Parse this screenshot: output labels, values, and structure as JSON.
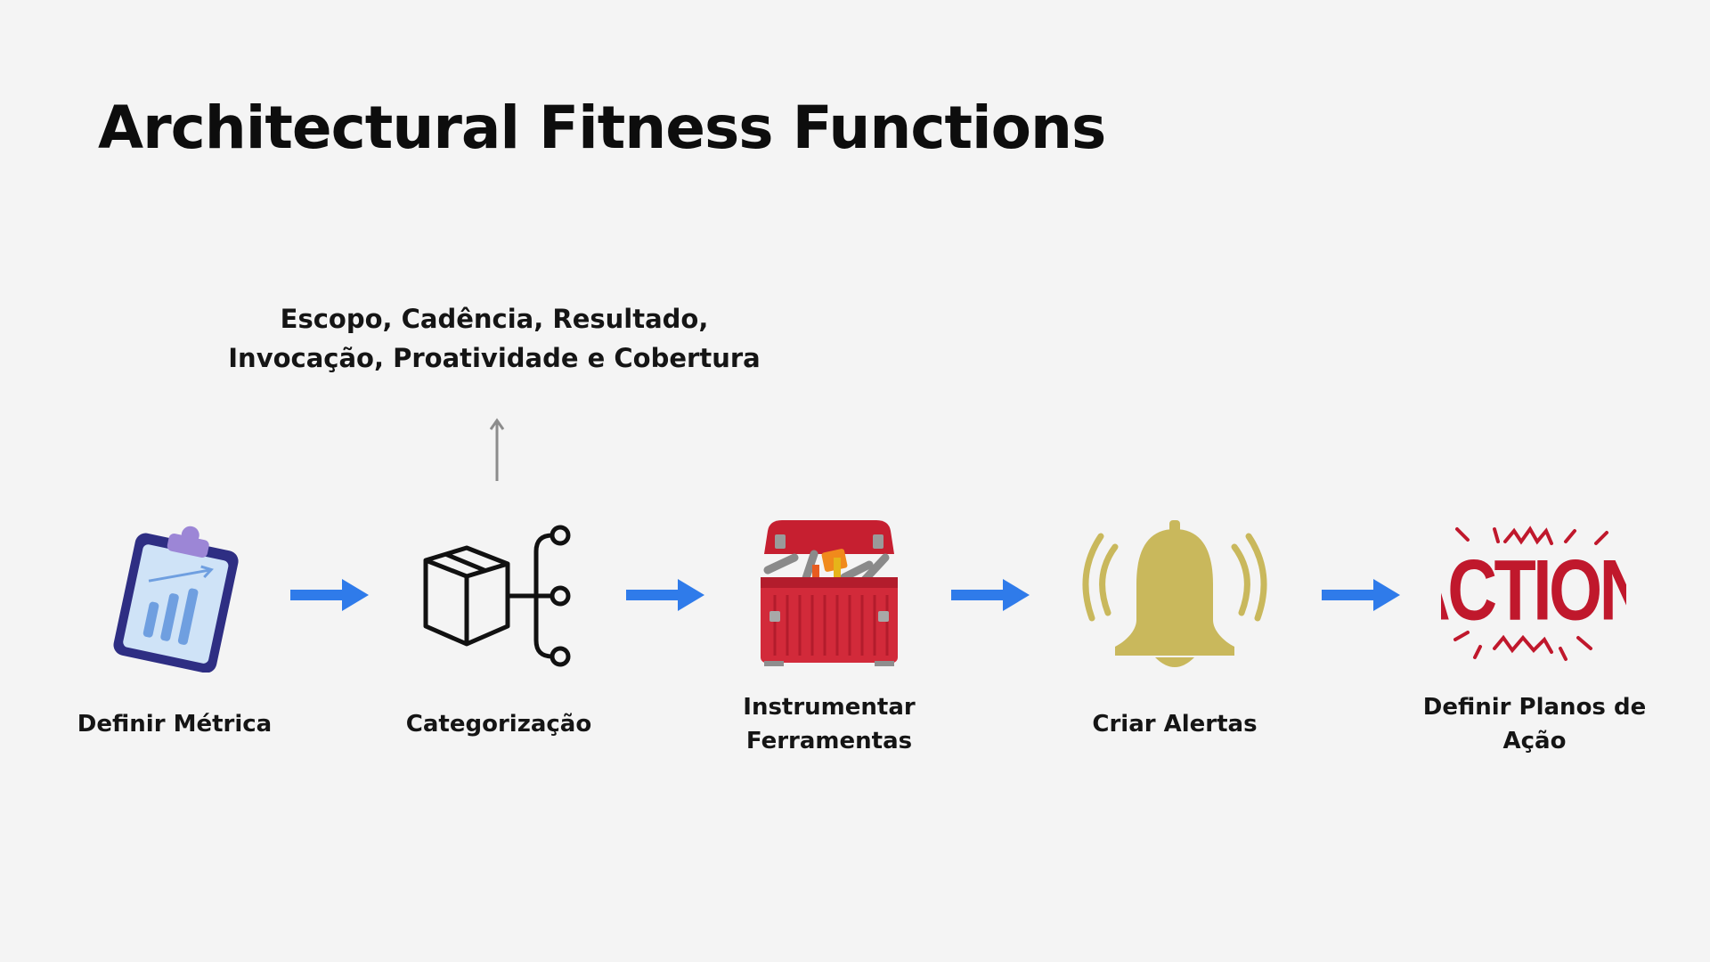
{
  "title": "Architectural Fitness Functions",
  "categorization_note": {
    "line1": "Escopo, Cadência, Resultado,",
    "line2": "Invocação, Proatividade e Cobertura"
  },
  "steps": [
    {
      "label": "Definir Métrica",
      "icon": "clipboard-chart-icon"
    },
    {
      "label": "Categorização",
      "icon": "box-branches-icon"
    },
    {
      "label_line1": "Instrumentar",
      "label_line2": "Ferramentas",
      "icon": "toolbox-icon"
    },
    {
      "label": "Criar Alertas",
      "icon": "bell-icon"
    },
    {
      "label_line1": "Definir Planos de",
      "label_line2": "Ação",
      "icon": "action-icon",
      "icon_text": "ACTION!"
    }
  ],
  "colors": {
    "background": "#f4f4f4",
    "arrow": "#2f7bea",
    "bell": "#c9b85c",
    "toolbox": "#d22a3a",
    "action": "#c0182c",
    "clipboard": "#2e2e83"
  }
}
